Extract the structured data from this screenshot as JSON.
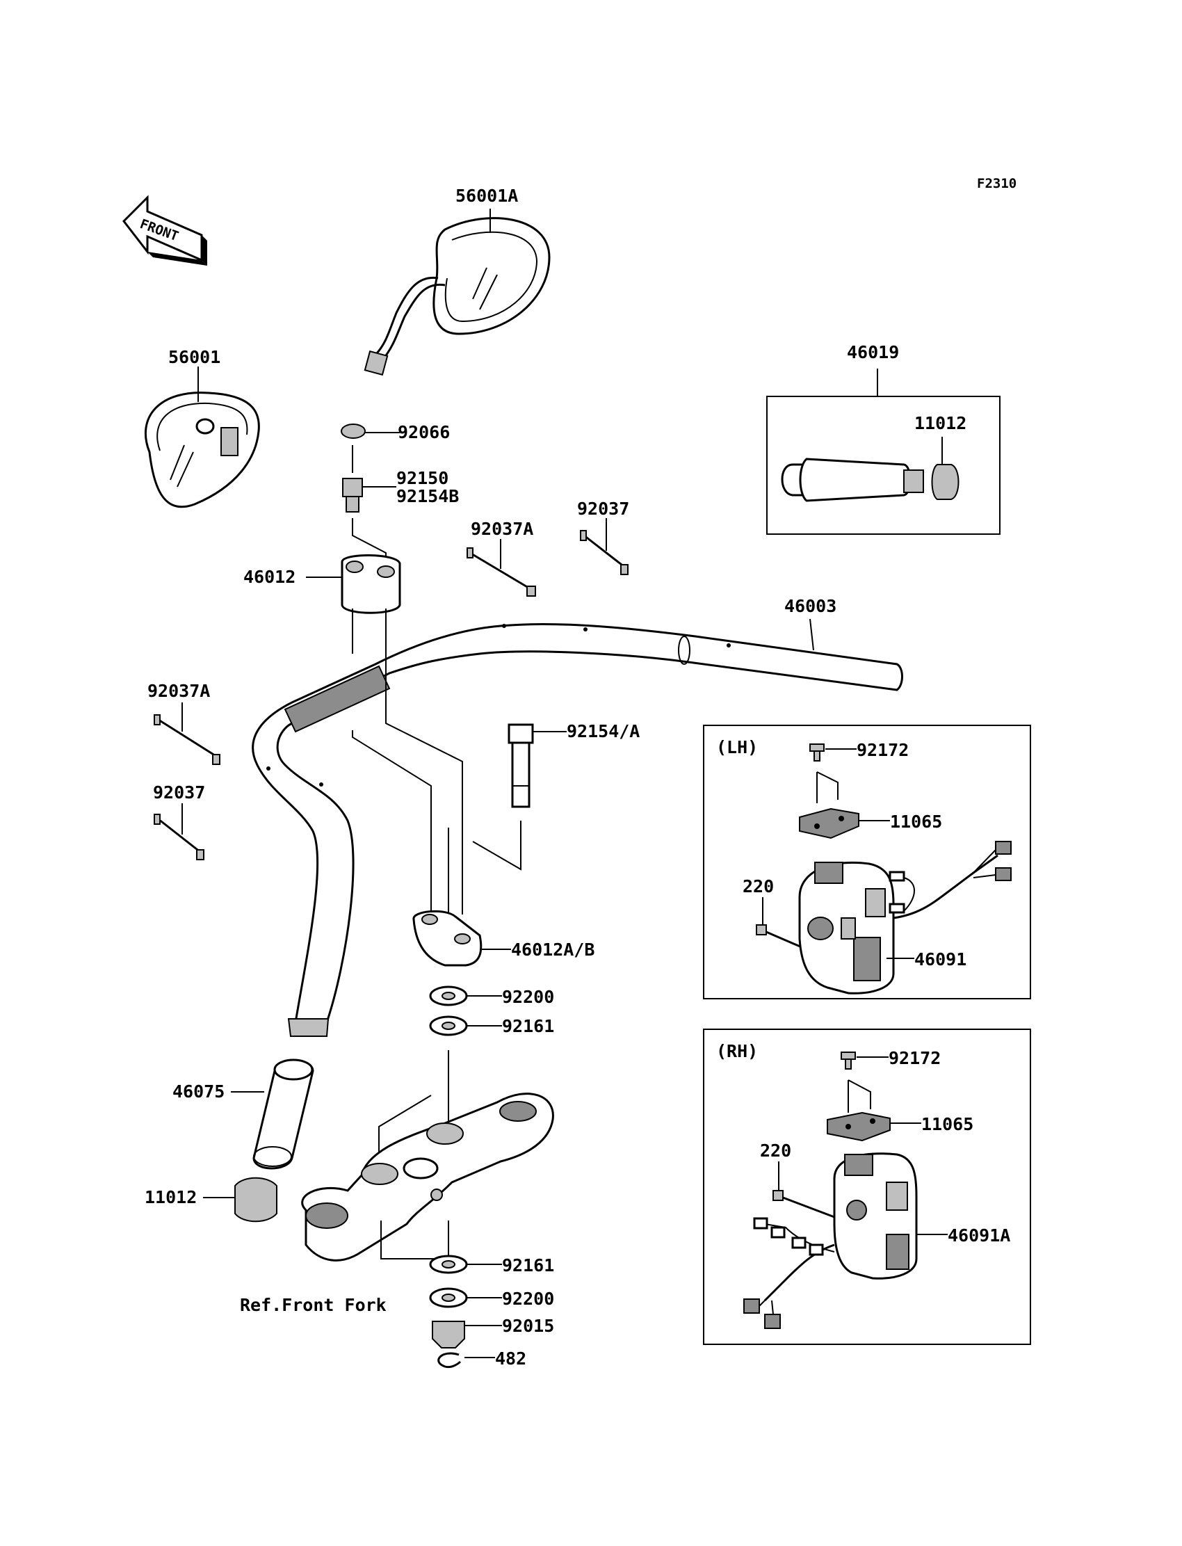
{
  "figure_code": "F2310",
  "front_arrow_label": "FRONT",
  "reference_note": "Ref.Front Fork",
  "boxes": {
    "lh_title": "(LH)",
    "rh_title": "(RH)"
  },
  "parts": {
    "mirror_right": "56001A",
    "mirror_left": "56001",
    "grip_assembly": "46019",
    "grip_cap_box": "11012",
    "cap_92066": "92066",
    "bolt_upper_1": "92150",
    "bolt_upper_2": "92154B",
    "clamp_upper": "46012",
    "rod_92037A_top": "92037A",
    "rod_92037_top": "92037",
    "handlebar": "46003",
    "rod_92037A_left": "92037A",
    "rod_92037_left": "92037",
    "bolt_lower": "92154/A",
    "clamp_lower": "46012A/B",
    "washer_92200_top": "92200",
    "washer_92161_top": "92161",
    "grip_left": "46075",
    "grip_cap_left": "11012",
    "washer_92161_bottom": "92161",
    "washer_92200_bottom": "92200",
    "nut": "92015",
    "clip": "482",
    "lh_screw": "92172",
    "lh_cover": "11065",
    "lh_screw_220": "220",
    "lh_switch": "46091",
    "rh_screw": "92172",
    "rh_cover": "11065",
    "rh_screw_220": "220",
    "rh_switch": "46091A"
  }
}
